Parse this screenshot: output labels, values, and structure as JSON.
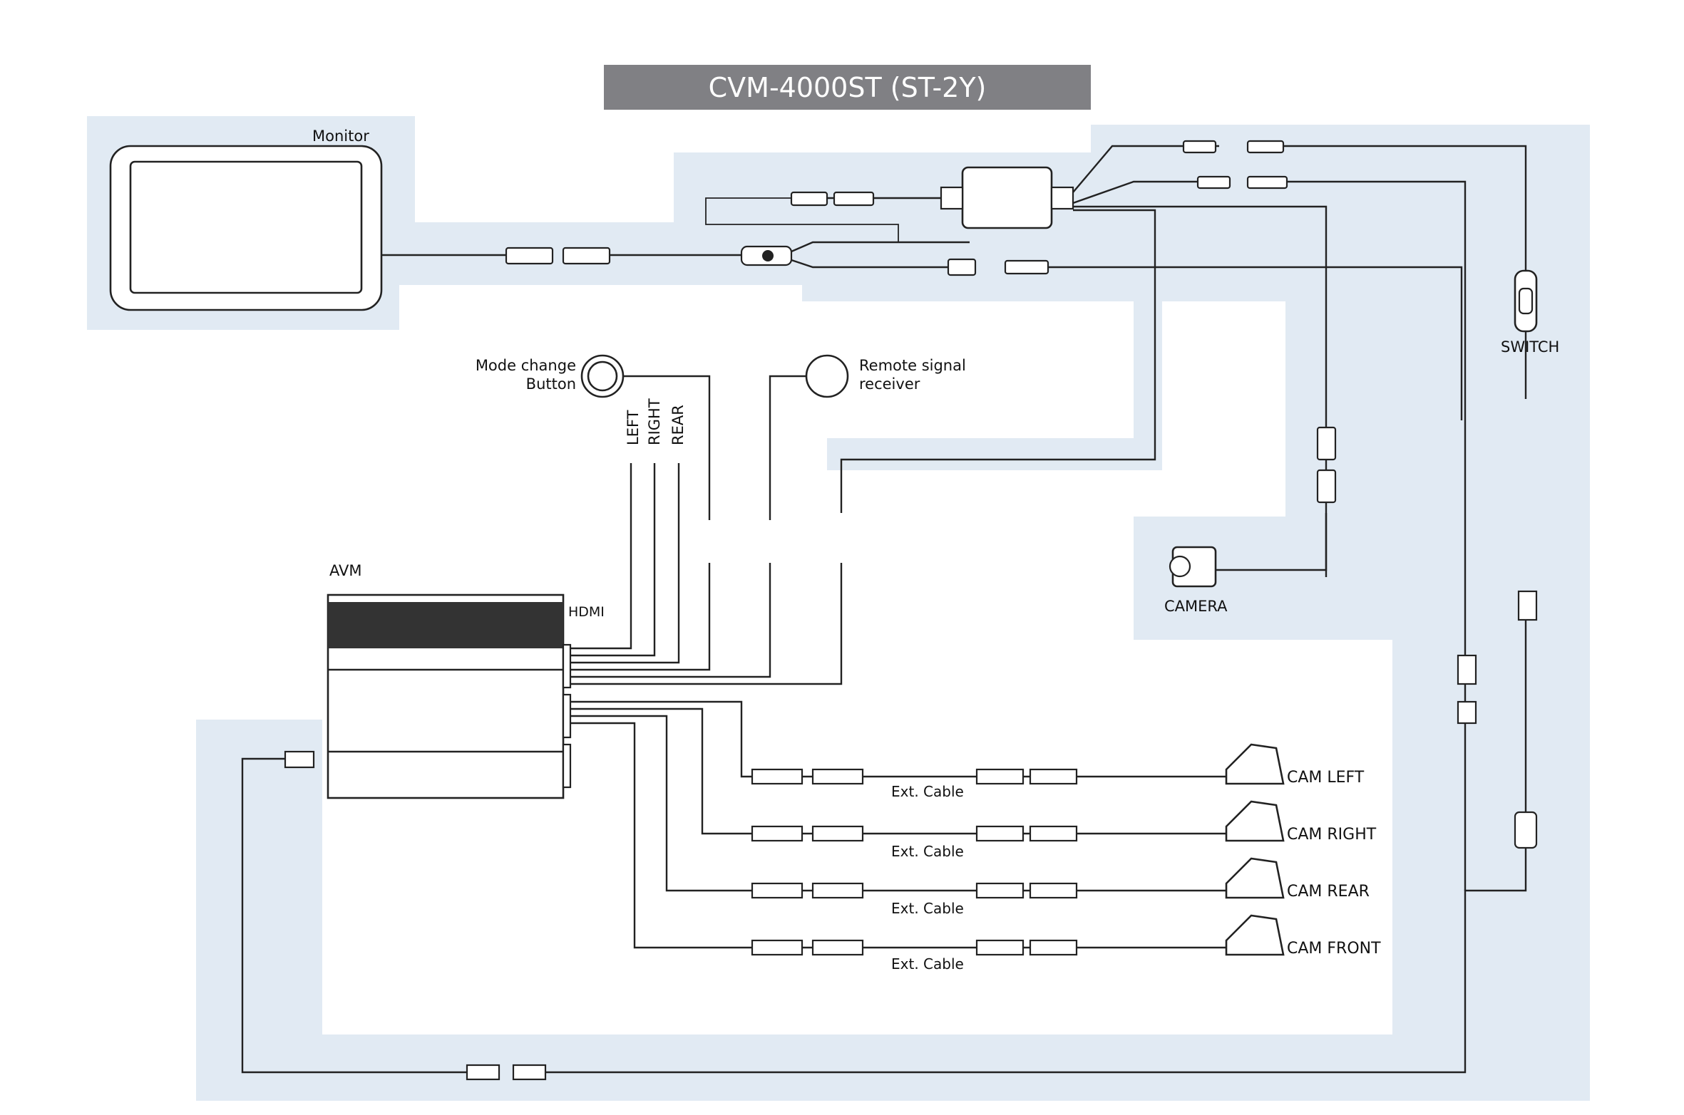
{
  "title": "CVM-4000ST (ST-2Y)",
  "labels": {
    "monitor": "Monitor",
    "switch": "SWITCH",
    "mode_change_line1": "Mode change",
    "mode_change_line2": "Button",
    "remote_line1": "Remote signal",
    "remote_line2": "receiver",
    "left": "LEFT",
    "right": "RIGHT",
    "rear": "REAR",
    "avm": "AVM",
    "hdmi": "HDMI",
    "camera": "CAMERA",
    "ext_cable": "Ext. Cable"
  },
  "cameras": [
    {
      "label": "CAM LEFT"
    },
    {
      "label": "CAM RIGHT"
    },
    {
      "label": "CAM REAR"
    },
    {
      "label": "CAM FRONT"
    }
  ],
  "colors": {
    "background_panel": "#e1eaf3",
    "title_bar": "#808084",
    "line": "#222222"
  }
}
